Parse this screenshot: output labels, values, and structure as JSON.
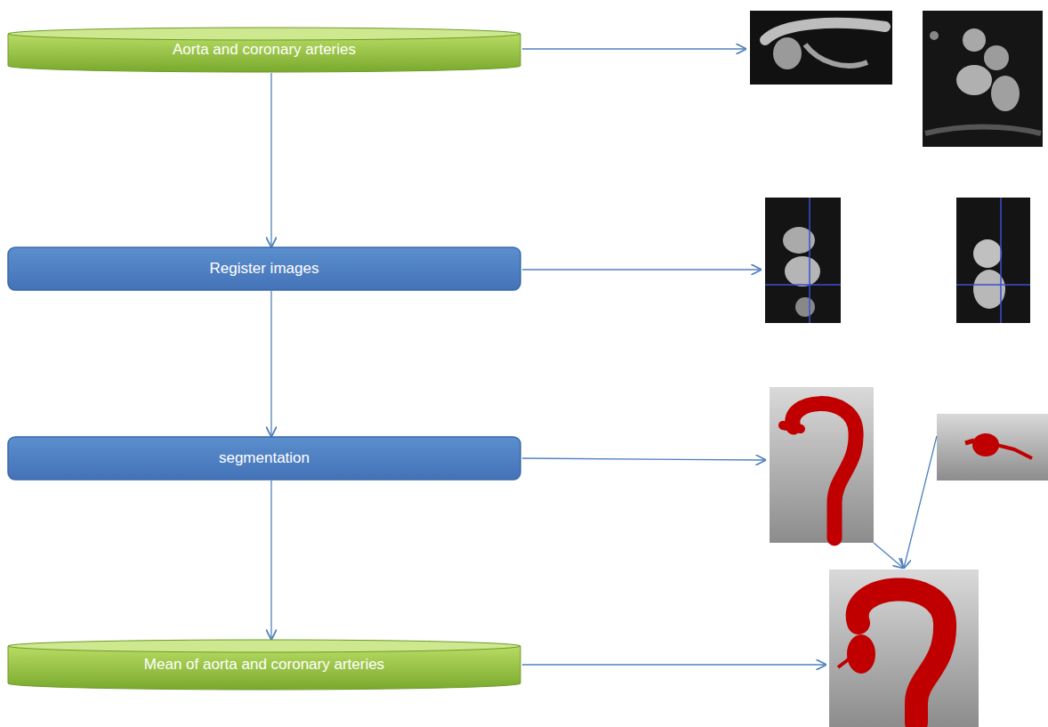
{
  "diagram": {
    "nodes": [
      {
        "text": [
          "Aorta and coronary arteries"
        ]
      },
      {
        "text": [
          "Register images"
        ]
      },
      {
        "text": [
          "segmentation"
        ]
      },
      {
        "text": [
          "Mean of aorta and coronary arteries"
        ]
      }
    ],
    "edges": [
      {
        "from": 0,
        "to": 1,
        "arrow": "to"
      },
      {
        "from": 1,
        "to": 2,
        "arrow": "to"
      },
      {
        "from": 2,
        "to": 3,
        "arrow": "to"
      }
    ]
  }
}
